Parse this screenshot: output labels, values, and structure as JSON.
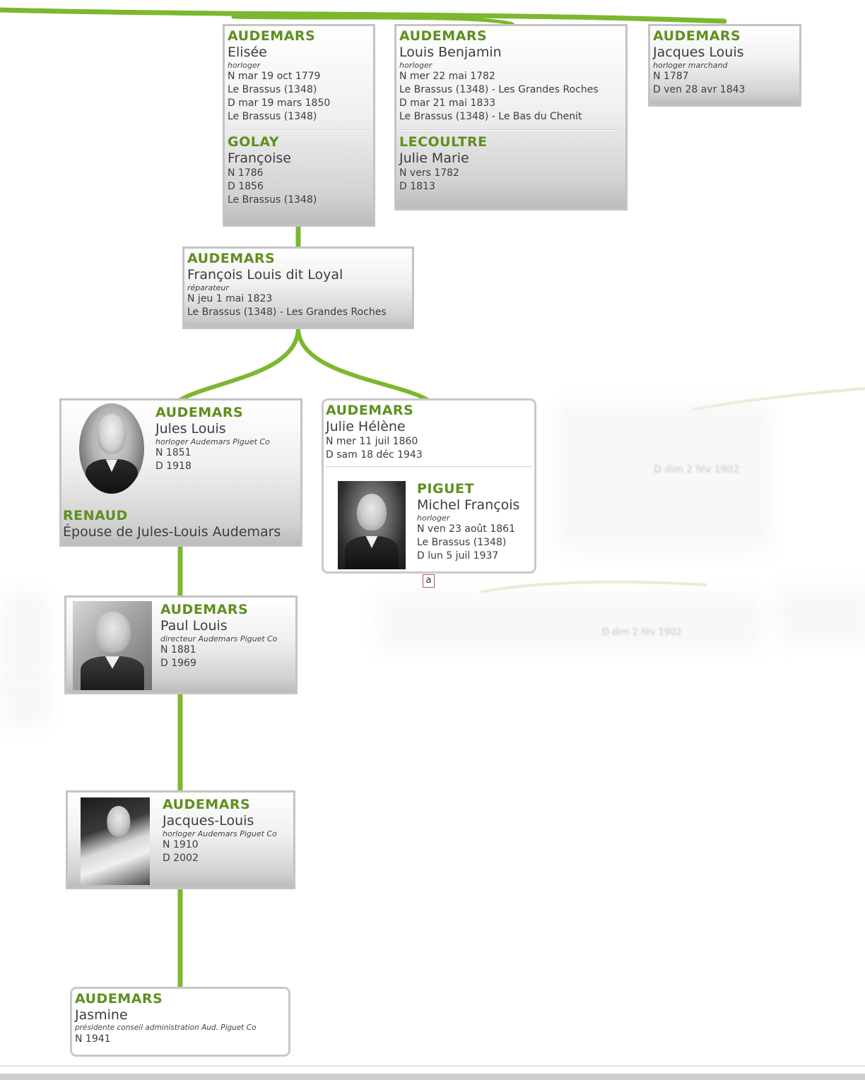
{
  "colors": {
    "line": "#7cb82f",
    "surname": "#5f8f1f",
    "border": "#c4c4c4"
  },
  "persons": {
    "elisee": {
      "surname": "AUDEMARS",
      "given": "Elisée",
      "occupation": "horloger",
      "birth": "N mar 19 oct 1779",
      "birth_place": "Le Brassus (1348)",
      "death": "D mar 19 mars 1850",
      "death_place": "Le Brassus (1348)"
    },
    "francoise": {
      "surname": "GOLAY",
      "given": "Françoise",
      "birth": "N 1786",
      "death": "D 1856",
      "place": "Le Brassus (1348)"
    },
    "louis_benjamin": {
      "surname": "AUDEMARS",
      "given": "Louis Benjamin",
      "occupation": "horloger",
      "birth": "N mer 22 mai 1782",
      "birth_place": "Le Brassus (1348) - Les Grandes Roches",
      "death": "D mar 21 mai 1833",
      "death_place": "Le Brassus (1348) - Le Bas du Chenit"
    },
    "julie_marie": {
      "surname": "LECOULTRE",
      "given": "Julie Marie",
      "birth": "N vers 1782",
      "death": "D 1813"
    },
    "jacques_louis_sr": {
      "surname": "AUDEMARS",
      "given": "Jacques Louis",
      "occupation": "horloger marchand",
      "birth": "N 1787",
      "death": "D ven 28 avr 1843"
    },
    "francois_louis": {
      "surname": "AUDEMARS",
      "given": "François Louis dit Loyal",
      "occupation": "réparateur",
      "birth": "N jeu 1 mai 1823",
      "birth_place": "Le Brassus (1348) - Les Grandes Roches"
    },
    "jules_louis": {
      "surname": "AUDEMARS",
      "given": "Jules Louis",
      "occupation": "horloger Audemars Piguet Co",
      "birth": "N 1851",
      "death": "D 1918"
    },
    "renaud": {
      "surname": "RENAUD",
      "given": "Épouse de Jules-Louis Audemars"
    },
    "julie_helene": {
      "surname": "AUDEMARS",
      "given": "Julie Hélène",
      "birth": "N mer 11 juil 1860",
      "death": "D sam 18 déc 1943"
    },
    "michel_francois": {
      "surname": "PIGUET",
      "given": "Michel François",
      "occupation": "horloger",
      "birth": "N ven 23 août 1861",
      "birth_place": "Le Brassus (1348)",
      "death": "D lun 5 juil 1937"
    },
    "paul_louis": {
      "surname": "AUDEMARS",
      "given": "Paul Louis",
      "occupation": "directeur Audemars Piguet Co",
      "birth": "N 1881",
      "death": "D 1969"
    },
    "jacques_louis_jr": {
      "surname": "AUDEMARS",
      "given": "Jacques-Louis",
      "occupation": "horloger Audemars Piguet Co",
      "birth": "N 1910",
      "death": "D 2002"
    },
    "jasmine": {
      "surname": "AUDEMARS",
      "given": "Jasmine",
      "occupation": "présidente conseil administration Aud. Piguet Co",
      "birth": "N 1941"
    }
  },
  "badge": "a",
  "ghost": {
    "text1": "D dim 2 fév 1902",
    "text2": "D dim 2 fév 1902"
  }
}
